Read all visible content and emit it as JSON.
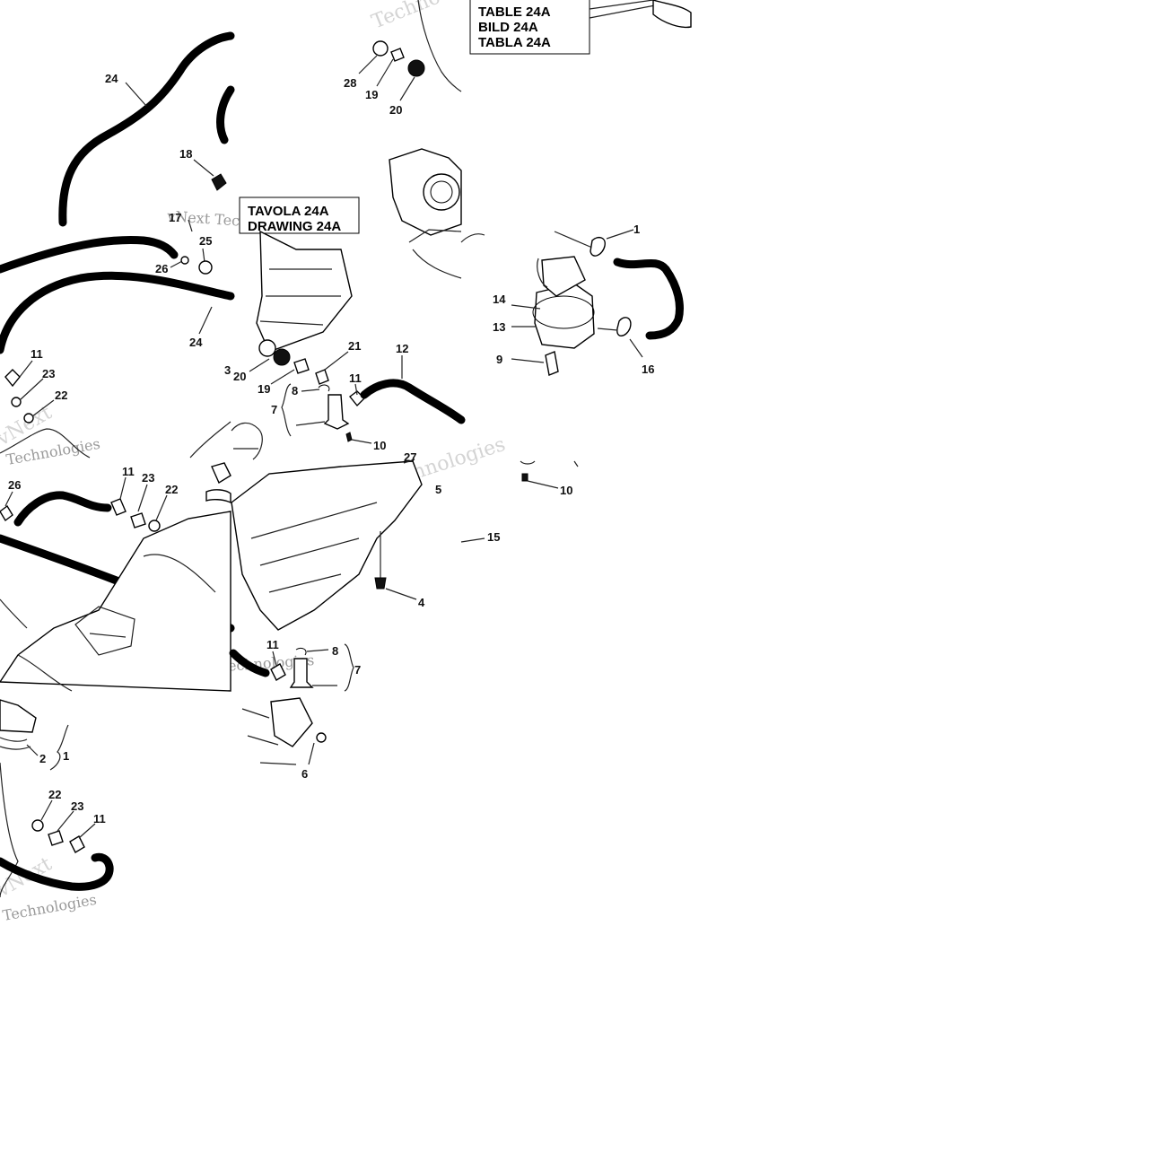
{
  "diagram": {
    "ref_boxes": {
      "top_right": [
        "TABLE 24A",
        "BILD 24A",
        "TABLA 24A"
      ],
      "middle": [
        "TAVOLA 24A",
        "DRAWING 24A"
      ]
    },
    "watermarks": [
      "vNext Technologies",
      "Technologies",
      "Techno",
      "vNext Techno",
      "vNext"
    ],
    "callouts": {
      "c24a": "24",
      "c24b": "24",
      "c28": "28",
      "c19a": "19",
      "c20a": "20",
      "c18": "18",
      "c17": "17",
      "c25": "25",
      "c26a": "26",
      "c11a": "11",
      "c23a": "23",
      "c22a": "22",
      "c20b": "20",
      "c19b": "19",
      "c21": "21",
      "c8a": "8",
      "c11b": "11",
      "c12": "12",
      "c7a": "7",
      "c10a": "10",
      "c3": "3",
      "c14": "14",
      "c13": "13",
      "c9": "9",
      "c16": "16",
      "c26b": "26",
      "c11c": "11",
      "c23b": "23",
      "c22b": "22",
      "c27": "27",
      "c5": "5",
      "c10b": "10",
      "c15": "15",
      "c4": "4",
      "c11d": "11",
      "c8b": "8",
      "c7b": "7",
      "c6": "6",
      "c2": "2",
      "c1": "1",
      "c22c": "22",
      "c23c": "23",
      "c11e": "11"
    }
  }
}
